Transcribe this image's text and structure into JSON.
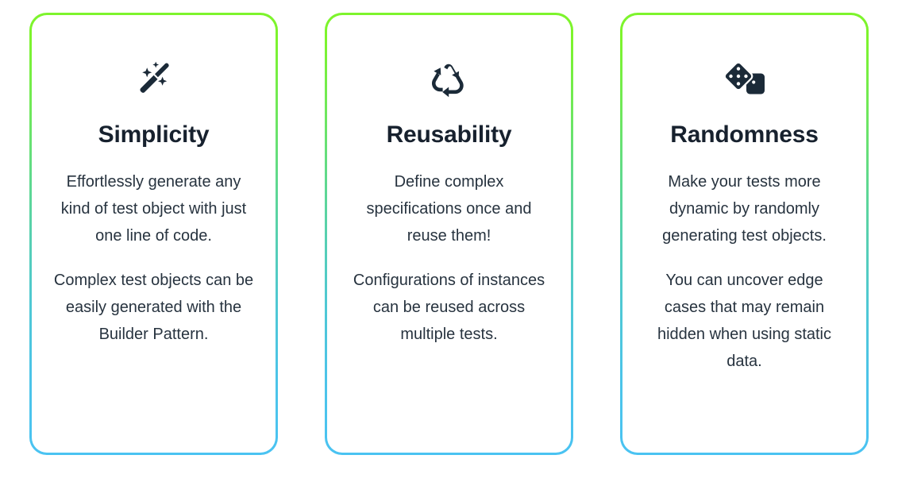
{
  "cards": [
    {
      "icon": "magic-wand-icon",
      "title": "Simplicity",
      "paragraphs": [
        "Effortlessly generate any kind of test object with just one line of code.",
        "Complex test objects can be easily generated with the Builder Pattern."
      ]
    },
    {
      "icon": "recycle-icon",
      "title": "Reusability",
      "paragraphs": [
        "Define complex specifications once and reuse them!",
        "Configurations of instances can be reused across multiple tests."
      ]
    },
    {
      "icon": "dice-icon",
      "title": "Randomness",
      "paragraphs": [
        "Make your tests more dynamic by randomly generating test objects.",
        "You can uncover edge cases that may remain hidden when using static data."
      ]
    }
  ],
  "colors": {
    "border_gradient_start": "#7df42c",
    "border_gradient_end": "#4ac3f2",
    "title_text": "#17212e",
    "body_text": "#27333f",
    "icon": "#1b2a38",
    "card_background": "#ffffff",
    "page_background": "#ffffff"
  }
}
